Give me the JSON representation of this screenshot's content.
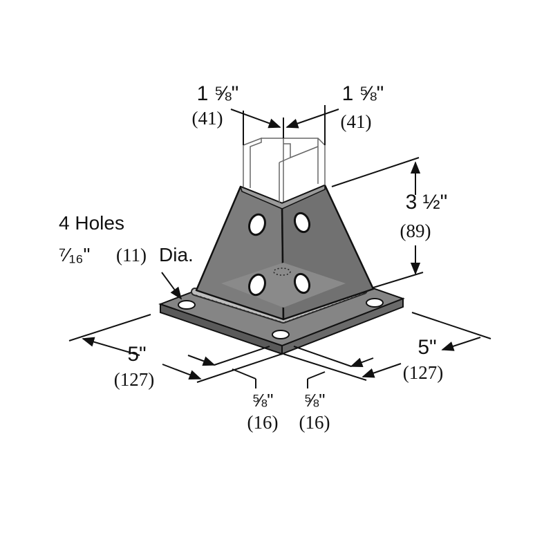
{
  "labels": {
    "top_left_imperial": "1 ⅝\"",
    "top_left_metric": "(41)",
    "top_right_imperial": "1 ⅝\"",
    "top_right_metric": "(41)",
    "height_imperial": "3 ½\"",
    "height_metric": "(89)",
    "holes_line1": "4 Holes",
    "holes_frac": "⁷⁄₁₆\"",
    "holes_metric": "(11)",
    "holes_dia": "Dia.",
    "base_left_imperial": "5\"",
    "base_left_metric": "(127)",
    "base_right_imperial": "5\"",
    "base_right_metric": "(127)",
    "offset_left_imperial": "⅝\"",
    "offset_left_metric": "(16)",
    "offset_right_imperial": "⅝\"",
    "offset_right_metric": "(16)"
  },
  "colors": {
    "plate": "#7c7c7c",
    "plate_dark": "#5e5e5e",
    "plate_light": "#9a9a9a",
    "outline": "#111111"
  }
}
